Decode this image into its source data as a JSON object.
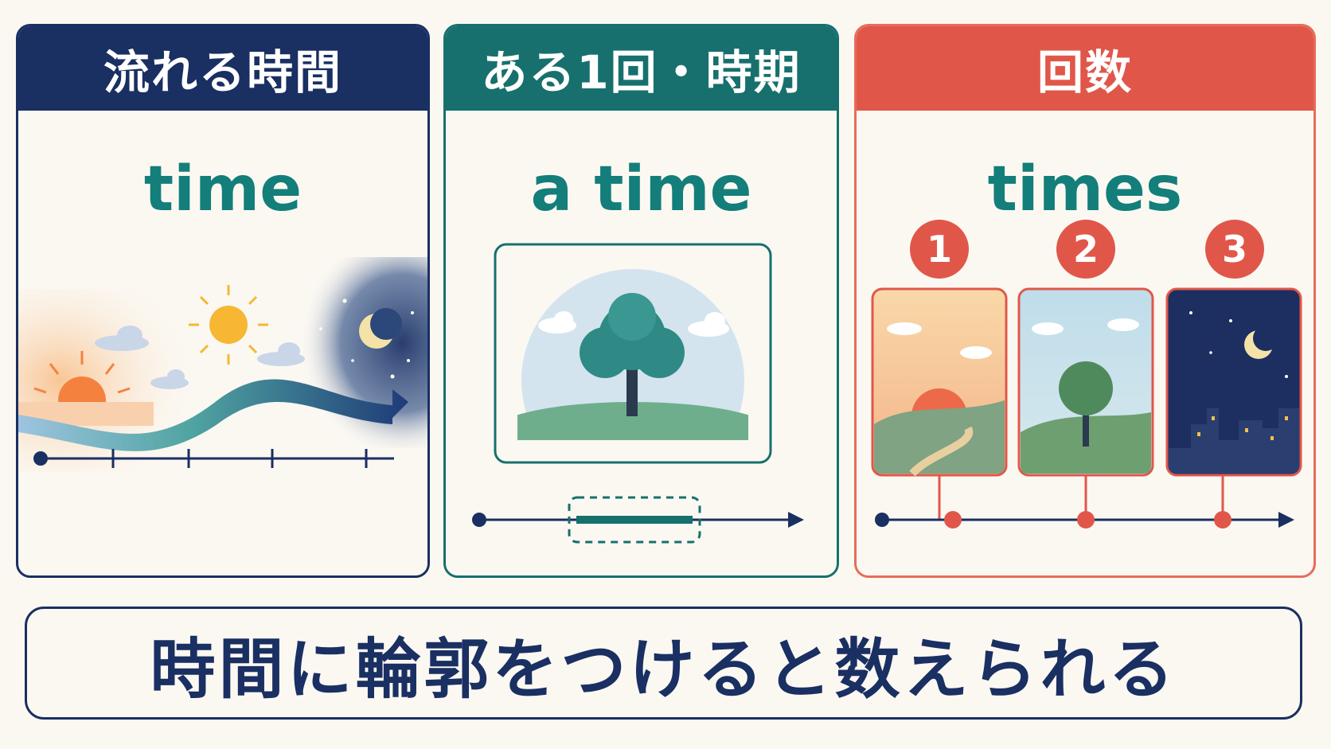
{
  "panels": [
    {
      "header": "流れる時間",
      "word": "time"
    },
    {
      "header": "ある1回・時期",
      "word": "a time"
    },
    {
      "header": "回数",
      "word": "times",
      "counts": [
        "1",
        "2",
        "3"
      ]
    }
  ],
  "caption": "時間に輪郭をつけると数えられる",
  "colors": {
    "navy": "#1A2F62",
    "teal": "#17706D",
    "coral": "#E0574A",
    "background": "#FBF8F2"
  }
}
